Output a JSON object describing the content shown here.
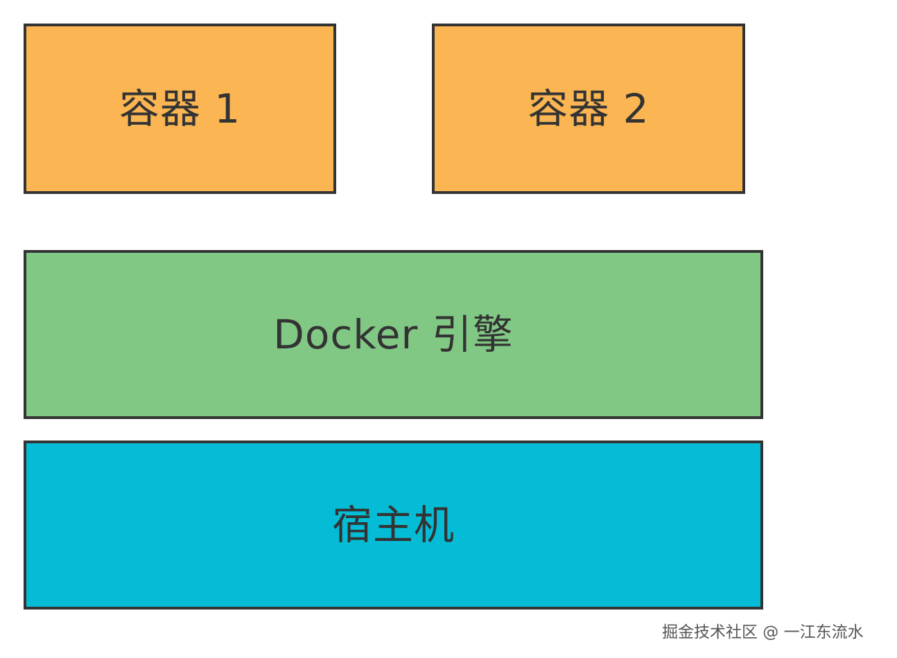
{
  "diagram": {
    "containers": [
      {
        "label": "容器 1",
        "color": "#FBB552"
      },
      {
        "label": "容器 2",
        "color": "#FBB552"
      }
    ],
    "engine": {
      "label": "Docker 引擎",
      "color": "#82C885"
    },
    "host": {
      "label": "宿主机",
      "color": "#04BCD5"
    },
    "border_color": "#333333"
  },
  "watermark": {
    "text": "掘金技术社区 @ 一江东流水"
  }
}
